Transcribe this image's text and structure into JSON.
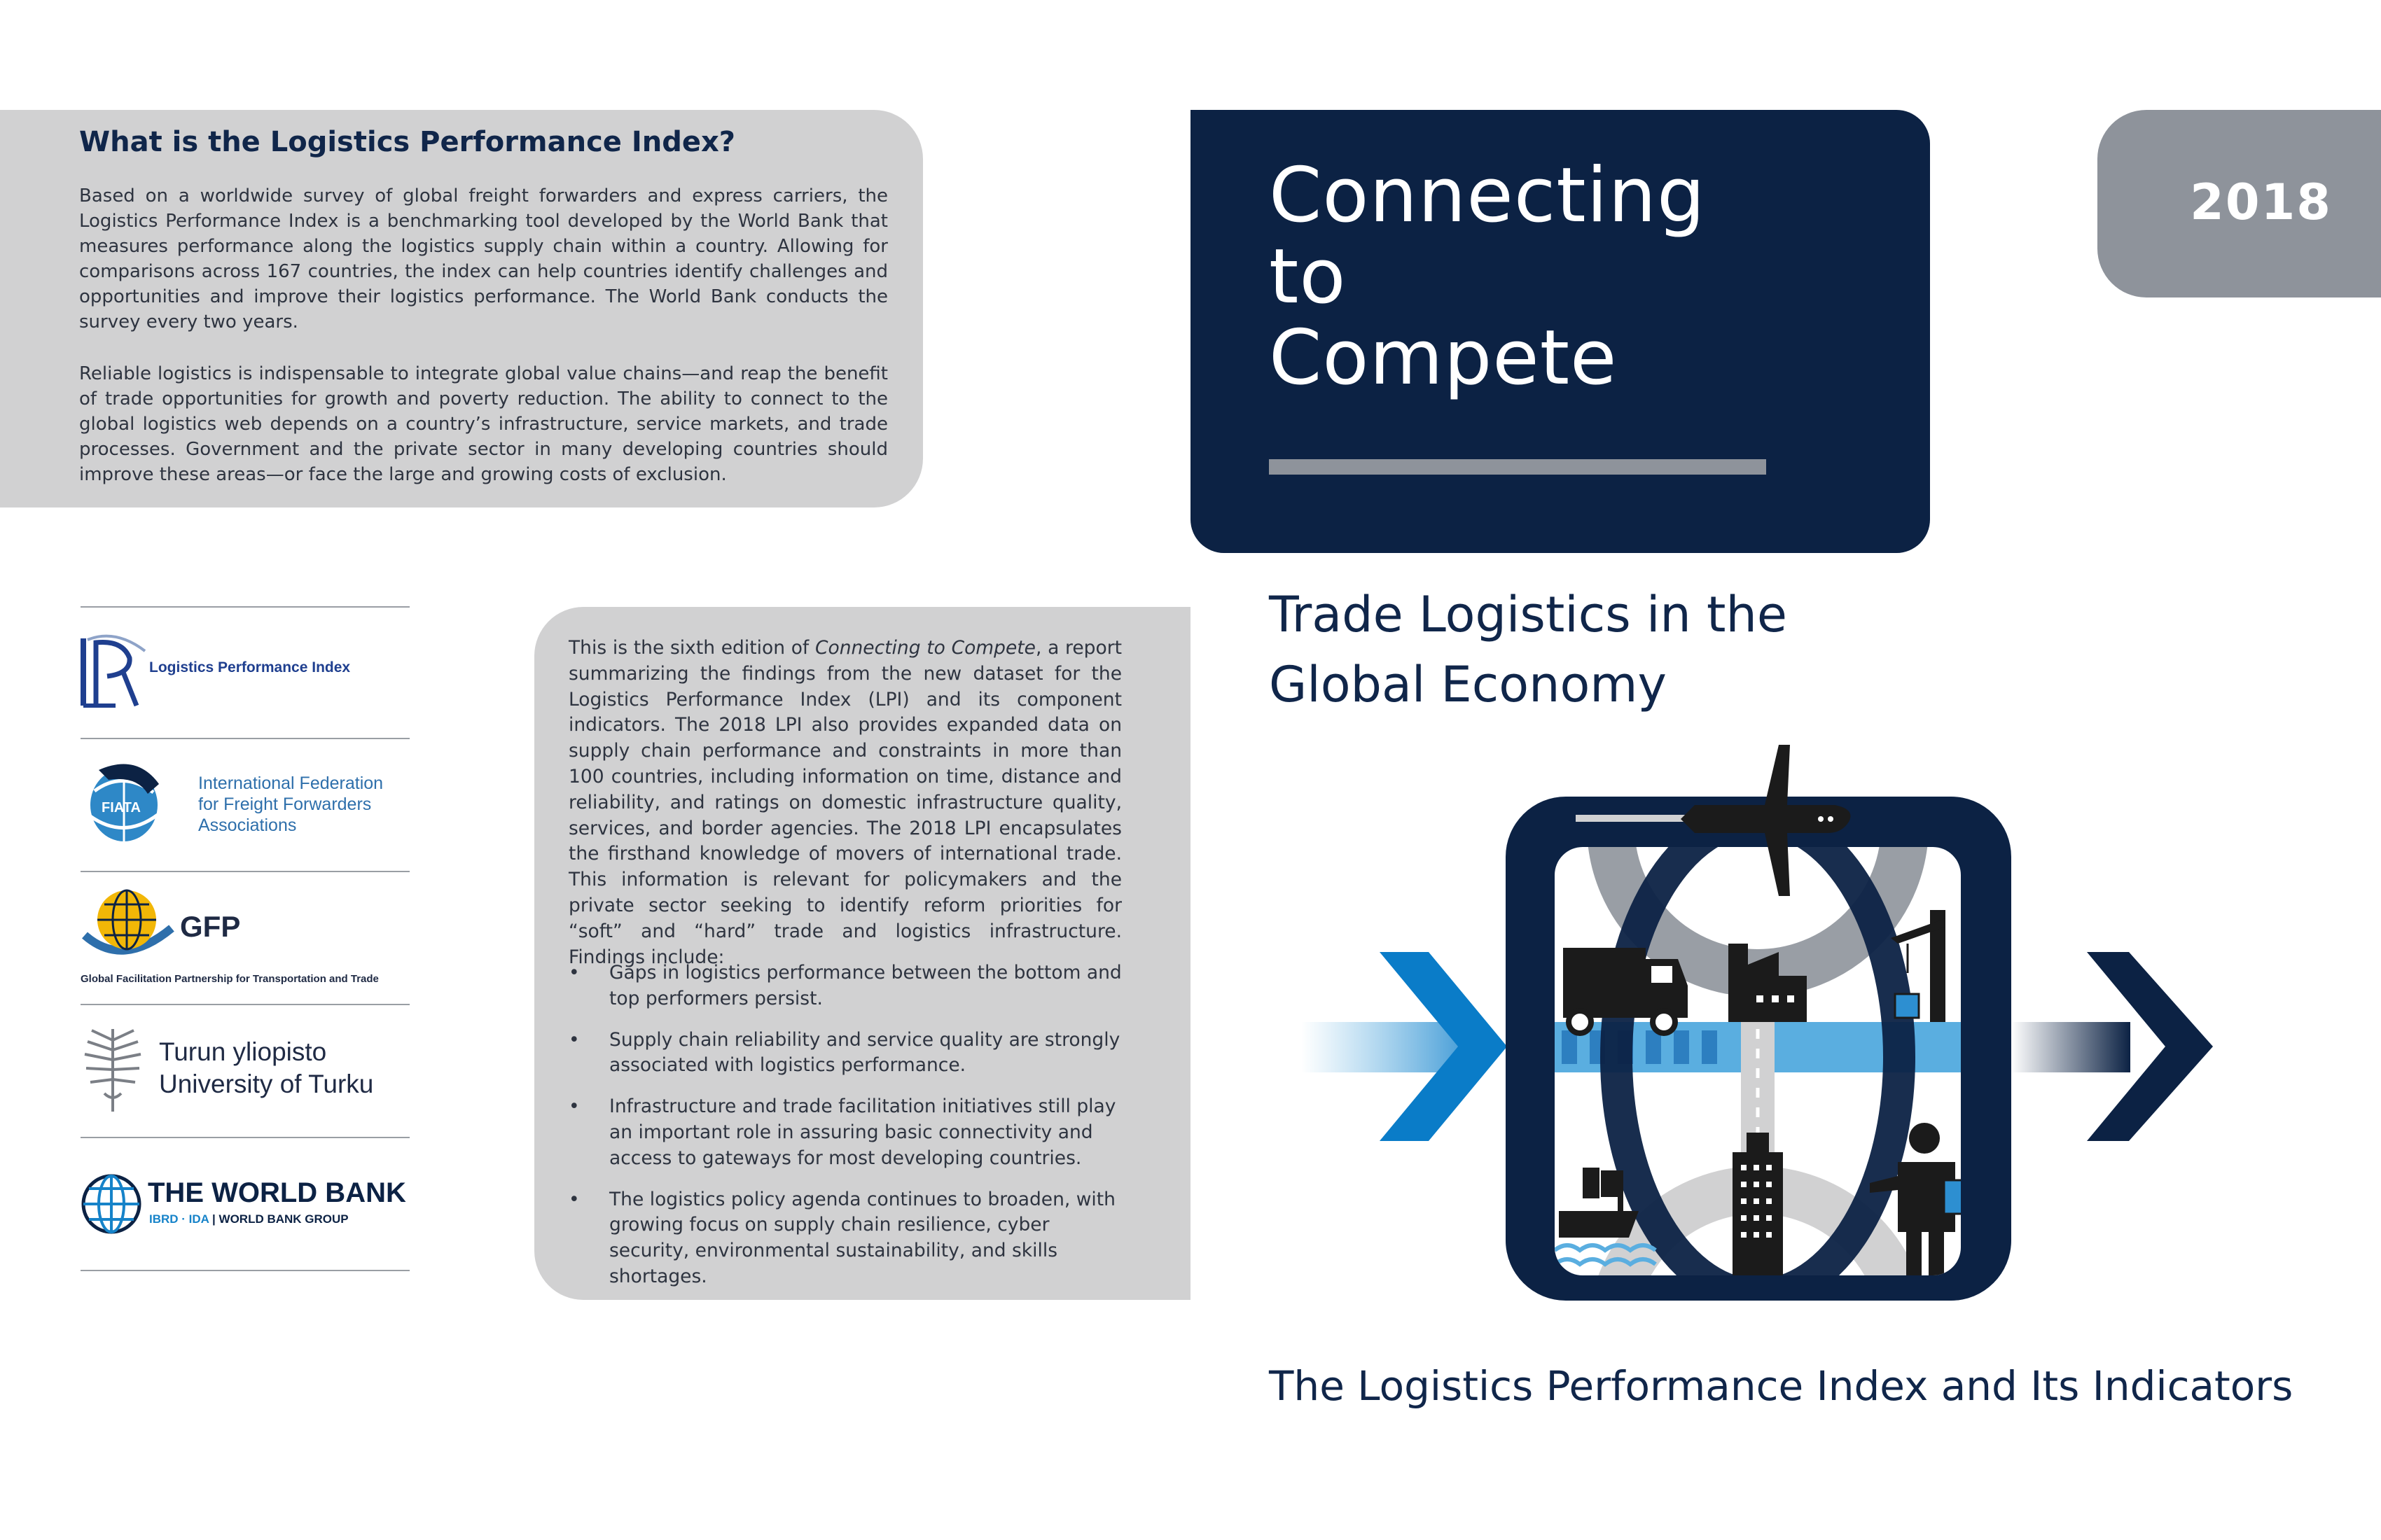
{
  "what_box": {
    "title": "What is the Logistics Performance Index?",
    "paragraph_1": "Based on a worldwide survey of global freight forwarders and express carriers, the Logistics Performance Index is a benchmarking tool developed by the World Bank that measures performance along the logistics supply chain within a country. Allowing for comparisons across 167 countries, the index can help countries identify challenges and opportunities and improve their logistics performance. The World Bank conducts the survey every two years.",
    "paragraph_2": "Reliable logistics is indispensable to integrate global value chains—and reap the benefit of trade opportunities for growth and poverty reduction. The ability to connect to the global logistics web depends on a country’s infrastructure, service markets, and trade processes. Government and the private sector in many developing countries should improve these areas—or face the large and growing costs of exclusion."
  },
  "cover": {
    "title_lines": [
      "Connecting",
      "to",
      "Compete"
    ],
    "year": "2018",
    "subtitle_lines": [
      "Trade Logistics in the",
      "Global Economy"
    ],
    "bottom_title": "The Logistics Performance Index and Its Indicators"
  },
  "logos": {
    "lpi": {
      "text": "Logistics Performance Index",
      "icon": "lpi-logo-icon"
    },
    "fiata": {
      "mark": "FIATA",
      "lines": [
        "International Federation",
        "for Freight Forwarders",
        "Associations"
      ],
      "icon": "fiata-globe-icon"
    },
    "gfp": {
      "mark": "GFP",
      "caption": "Global Facilitation Partnership for Transportation and Trade",
      "icon": "gfp-globe-icon"
    },
    "turku": {
      "lines": [
        "Turun yliopisto",
        "University of Turku"
      ],
      "icon": "turku-emblem-icon"
    },
    "world_bank": {
      "name": "THE WORLD BANK",
      "tagline_a": "IBRD · IDA",
      "tagline_b": "WORLD BANK GROUP",
      "icon": "world-bank-globe-icon"
    }
  },
  "edition_box": {
    "intro_before": "This is the sixth edition of ",
    "intro_italic": "Connecting to Compete",
    "intro_after": ", a report summarizing the findings from the new dataset for the Logistics Performance Index (LPI) and its component indicators. The 2018 LPI also provides expanded data on supply chain performance and constraints in more than 100 countries, including information on time, distance and reliability, and ratings on domestic infrastructure quality, services, and border agencies. The 2018 LPI encapsulates the firsthand knowledge of movers of international trade. This information is relevant for policymakers and the private sector seeking to identify reform priorities for “soft” and “hard” trade and logistics infrastructure. Findings include:",
    "bullet_glyph": "•",
    "findings": [
      "Gaps in logistics performance between the bottom and top performers persist.",
      "Supply chain reliability and service quality are strongly associated with logistics performance.",
      "Infrastructure and trade facilitation initiatives still play an important role in assuring basic connectivity and access to gateways for most developing countries.",
      "The logistics policy agenda continues to broaden, with growing focus on supply chain resilience, cyber security, environmental sustainability, and skills shortages."
    ]
  },
  "illustration": {
    "icons": [
      "airplane-icon",
      "truck-icon",
      "factory-icon",
      "crane-icon",
      "ship-icon",
      "skyscraper-icon",
      "worker-icon",
      "arrow-in-icon",
      "arrow-out-icon"
    ],
    "colors": {
      "navy": "#0c2244",
      "blue": "#0a7cc8",
      "light_blue": "#5aaee0",
      "gray": "#8e939b",
      "light_gray": "#d1d1d2"
    }
  }
}
